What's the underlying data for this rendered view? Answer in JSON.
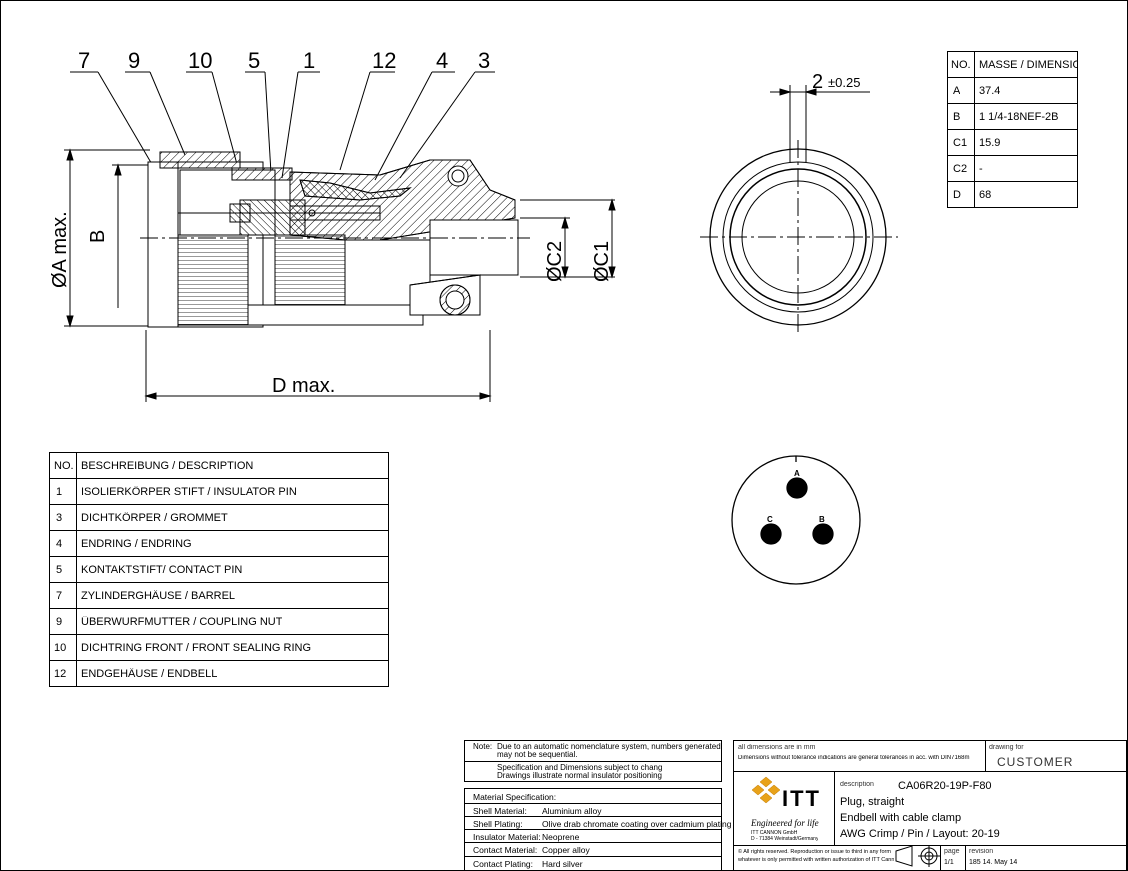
{
  "callouts": [
    "7",
    "9",
    "10",
    "5",
    "1",
    "12",
    "4",
    "3"
  ],
  "dimensions": {
    "a_max": "ØA max.",
    "b": "B",
    "c2": "ØC2",
    "c1": "ØC1",
    "d_max": "D max.",
    "tolerance_value": "2",
    "tolerance": "±0.25"
  },
  "contact_labels": [
    "A",
    "B",
    "C"
  ],
  "dimension_table": {
    "header": [
      "NO.",
      "MASSE / DIMENSION"
    ],
    "rows": [
      [
        "A",
        "37.4"
      ],
      [
        "B",
        "1 1/4-18NEF-2B"
      ],
      [
        "C1",
        "15.9"
      ],
      [
        "C2",
        "-"
      ],
      [
        "D",
        "68"
      ]
    ]
  },
  "parts_table": {
    "header": [
      "NO.",
      "BESCHREIBUNG / DESCRIPTION"
    ],
    "rows": [
      [
        "1",
        "ISOLIERKÖRPER STIFT / INSULATOR PIN"
      ],
      [
        "3",
        "DICHTKÖRPER / GROMMET"
      ],
      [
        "4",
        "ENDRING / ENDRING"
      ],
      [
        "5",
        "KONTAKTSTIFT/ CONTACT PIN"
      ],
      [
        "7",
        "ZYLINDERGHÄUSE / BARREL"
      ],
      [
        "9",
        "ÜBERWURFMUTTER / COUPLING NUT"
      ],
      [
        "10",
        "DICHTRING FRONT / FRONT SEALING RING"
      ],
      [
        "12",
        "ENDGEHÄUSE / ENDBELL"
      ]
    ]
  },
  "note": {
    "label": "Note:",
    "line1": "Due to an automatic nomenclature system, numbers generated",
    "line2": "may not be sequential.",
    "line3": "Specification and Dimensions subject to chang",
    "line4": "Drawings illustrate normal insulator positioning"
  },
  "material": {
    "title": "Material Specification:",
    "rows": [
      [
        "Shell Material:",
        "Aluminium alloy"
      ],
      [
        "Shell Plating:",
        "Olive drab chromate coating over cadmium plating"
      ],
      [
        "Insulator Material:",
        "Neoprene"
      ],
      [
        "Contact Material:",
        "Copper alloy"
      ],
      [
        "Contact Plating:",
        "Hard silver"
      ]
    ]
  },
  "title_block": {
    "units": "all dimensions are in mm",
    "tolerance_note": "Dimensions without tolerance indications are general tolerances in acc. with DIN7168m",
    "drawing_for_label": "drawing for",
    "drawing_for": "CUSTOMER",
    "logo_text": "ITT",
    "tagline": "Engineered for life",
    "company_line1": "ITT CANNON GmbH",
    "company_line2": "D - 71384 Weinstadt/Germany",
    "description_label": "description",
    "part_number": "CA06R20-19P-F80",
    "desc_line1": "Plug, straight",
    "desc_line2": "Endbell with cable clamp",
    "desc_line3": "AWG Crimp / Pin / Layout: 20-19",
    "rights_line1": "© All rights reserved. Reproduction or issue to third in any form",
    "rights_line2": "whatever is only permitted with written authorization of ITT Cannon",
    "page_label": "page",
    "page": "1/1",
    "revision_label": "revision",
    "revision": "185 14. May 14"
  }
}
